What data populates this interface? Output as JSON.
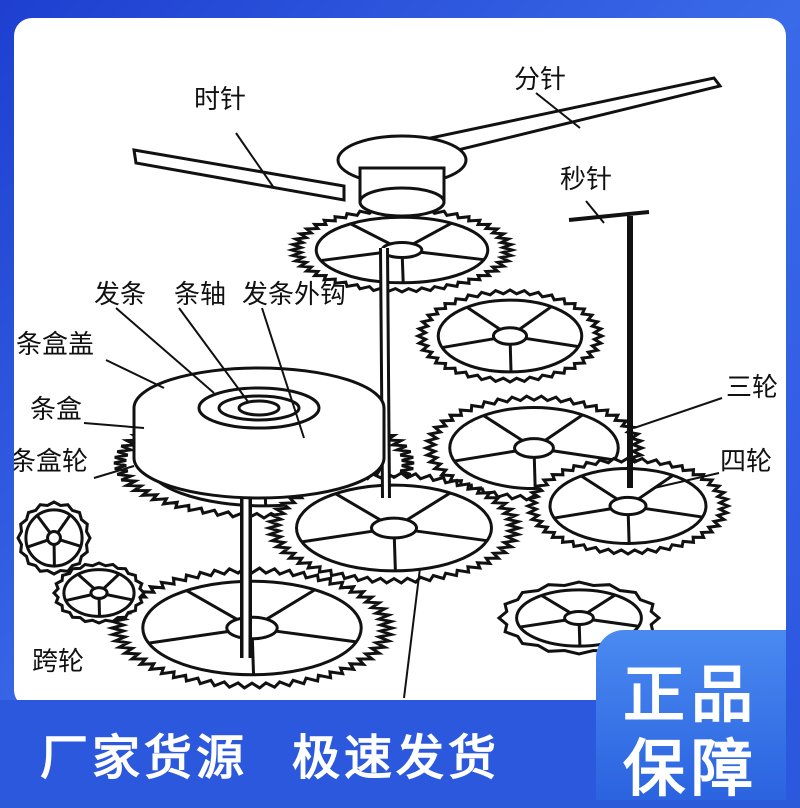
{
  "diagram": {
    "labels": {
      "hour_hand": "时针",
      "minute_hand": "分针",
      "second_hand": "秒针",
      "mainspring": "发条",
      "arbor": "条轴",
      "mainspring_hook": "发条外钩",
      "barrel_cover": "条盒盖",
      "barrel": "条盒",
      "barrel_wheel": "条盒轮",
      "third_wheel": "三轮",
      "fourth_wheel": "四轮",
      "cross_wheel": "跨轮"
    }
  },
  "banner": {
    "slogan_left": "厂家货源",
    "slogan_right": "极速发货",
    "badge_line1": "正品",
    "badge_line2": "保障"
  },
  "colors": {
    "background": "#2a5bd8",
    "badge": "#3b78ea",
    "ink": "#111111"
  }
}
